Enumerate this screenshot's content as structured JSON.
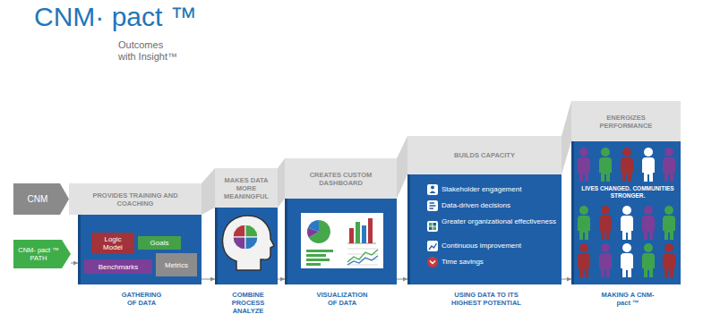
{
  "diagram": {
    "title": "CNM· pact ™",
    "nodes": [
      {
        "text": [
          "CNM"
        ]
      },
      {
        "text": [
          "PROVIDES TRAINING AND COACHING"
        ]
      },
      {
        "text": [
          "MAKES DATA MORE MEANINGFUL"
        ]
      },
      {
        "text": [
          "CREATES CUSTOM DASHBOARD"
        ]
      },
      {
        "text": [
          "BUILDS CAPACITY"
        ]
      },
      {
        "text": [
          "ENERGIZES PERFORMANCE"
        ]
      },
      {
        "text": [
          "CNM- pact ™ PATH"
        ]
      },
      {
        "text": [
          "GATHERING OF DATA"
        ]
      },
      {
        "text": [
          "Logic Model"
        ],
        "in": 7
      },
      {
        "text": [
          "Goals"
        ],
        "in": 7
      },
      {
        "text": [
          "Benchmarks"
        ],
        "in": 7
      },
      {
        "text": [
          "Metrics"
        ],
        "in": 7
      },
      {
        "text": [
          "COMBINE PROCESS ANALYZE"
        ]
      },
      {
        "text": [
          "VISUALIZATION OF DATA"
        ]
      },
      {
        "text": [
          "Stakeholder engagement",
          "Data-driven decisions",
          "Greater organizational effectiveness",
          "Continuous improvement",
          "Time savings",
          "USING DATA TO ITS HIGHEST POTENTIAL"
        ]
      },
      {
        "text": [
          "LIVES CHANGED. COMMUNITIES STRONGER.",
          "MAKING A CNM- pact ™"
        ]
      }
    ],
    "edges": [
      {
        "from": 6,
        "to": 7,
        "arrow": "to"
      },
      {
        "from": 7,
        "to": 12,
        "arrow": "to"
      },
      {
        "from": 12,
        "to": 13,
        "arrow": "to"
      },
      {
        "from": 13,
        "to": 14,
        "arrow": "to"
      },
      {
        "from": 14,
        "to": 15,
        "arrow": "to"
      }
    ],
    "labels": [
      "Outcomes with Insight™"
    ]
  }
}
